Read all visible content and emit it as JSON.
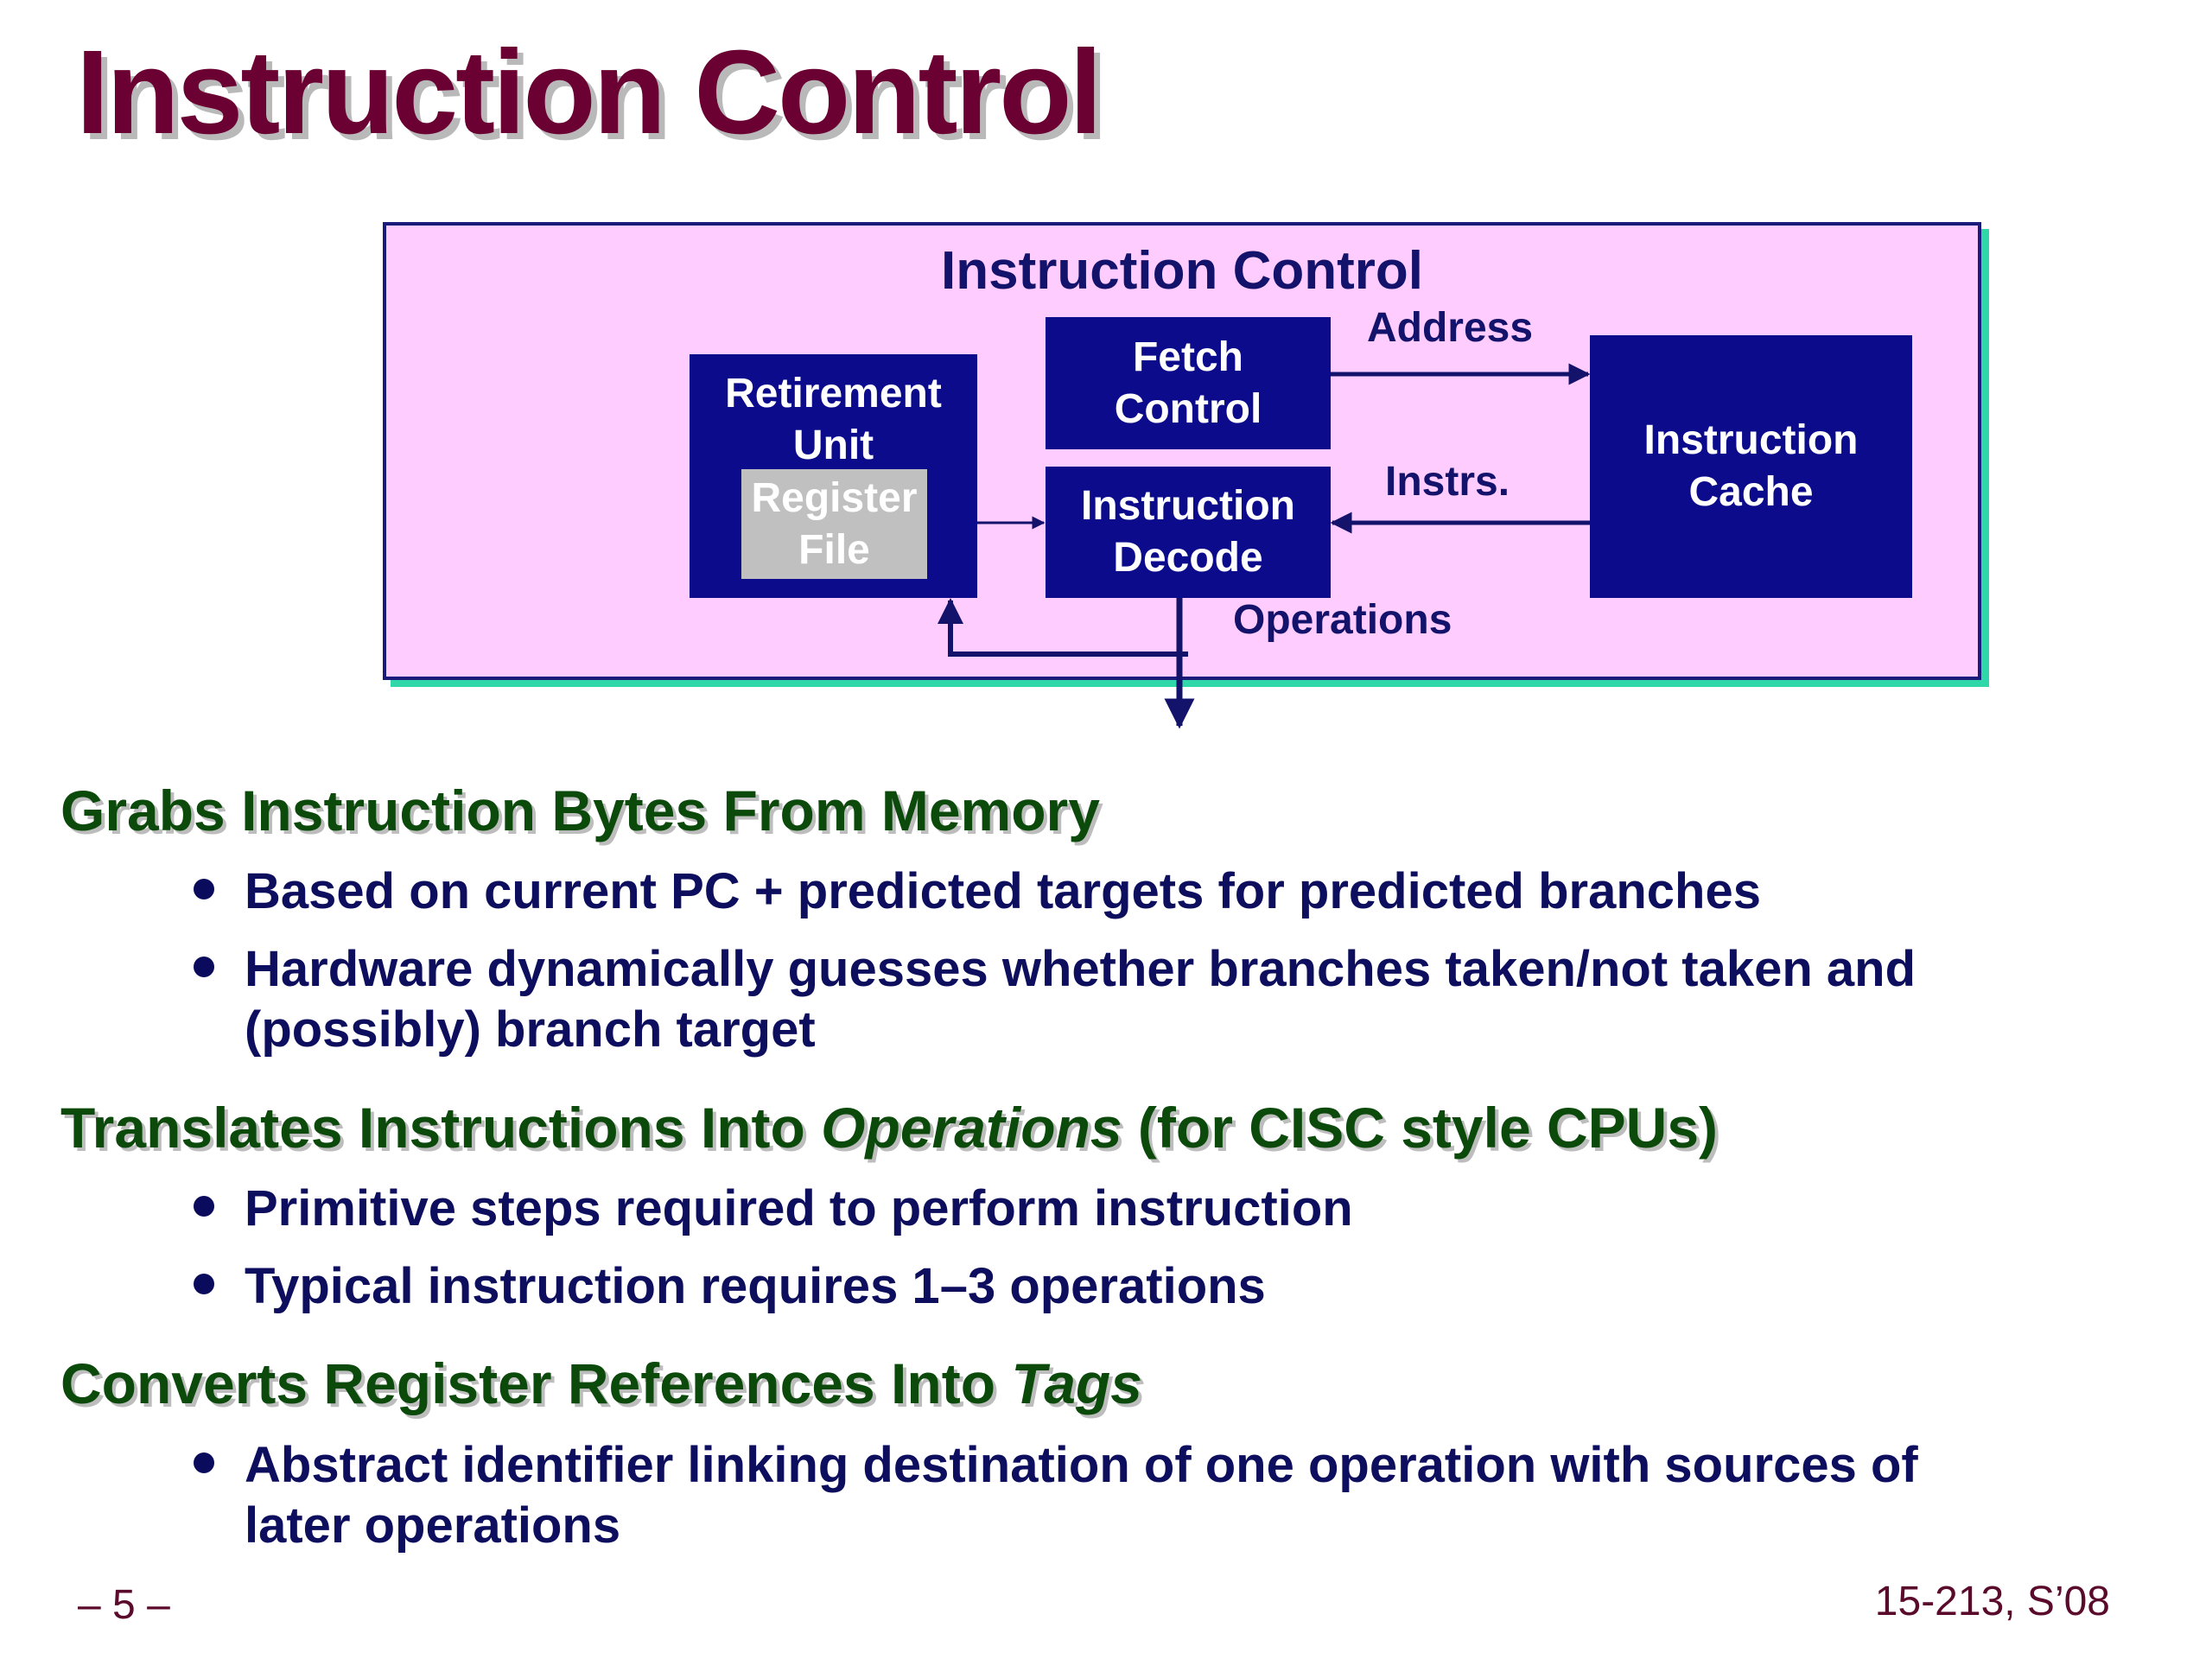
{
  "slide": {
    "title": "Instruction Control",
    "footer_left": "– 5 –",
    "footer_right": "15-213, S’08"
  },
  "diagram": {
    "title": "Instruction Control",
    "retirement_unit": {
      "line1": "Retirement",
      "line2": "Unit"
    },
    "register_file": {
      "line1": "Register",
      "line2": "File"
    },
    "fetch_control": {
      "line1": "Fetch",
      "line2": "Control"
    },
    "instruction_decode": {
      "line1": "Instruction",
      "line2": "Decode"
    },
    "instruction_cache": {
      "line1": "Instruction",
      "line2": "Cache"
    },
    "labels": {
      "address": "Address",
      "instrs": "Instrs.",
      "operations": "Operations"
    },
    "colors": {
      "panel": "#ffccff",
      "box": "#0b0b8c",
      "register_file": "#c0c0c0",
      "panel_shadow": "#30d7a8"
    }
  },
  "sections": [
    {
      "heading": "Grabs Instruction Bytes From Memory",
      "bullets": [
        {
          "line1": "Based on current PC + predicted targets for predicted branches"
        },
        {
          "line1": "Hardware dynamically guesses whether branches taken/not taken and",
          "line2": "(possibly) branch target"
        }
      ]
    },
    {
      "heading_pre": "Translates Instructions Into ",
      "heading_em": "Operations",
      "heading_post": " (for CISC style CPUs)",
      "bullets": [
        {
          "line1": "Primitive steps required to perform instruction"
        },
        {
          "line1": "Typical instruction requires 1–3 operations"
        }
      ]
    },
    {
      "heading_pre": "Converts Register References Into ",
      "heading_em": "Tags",
      "bullets": [
        {
          "line1": "Abstract identifier linking destination of one operation with sources of",
          "line2": "later operations"
        }
      ]
    }
  ]
}
